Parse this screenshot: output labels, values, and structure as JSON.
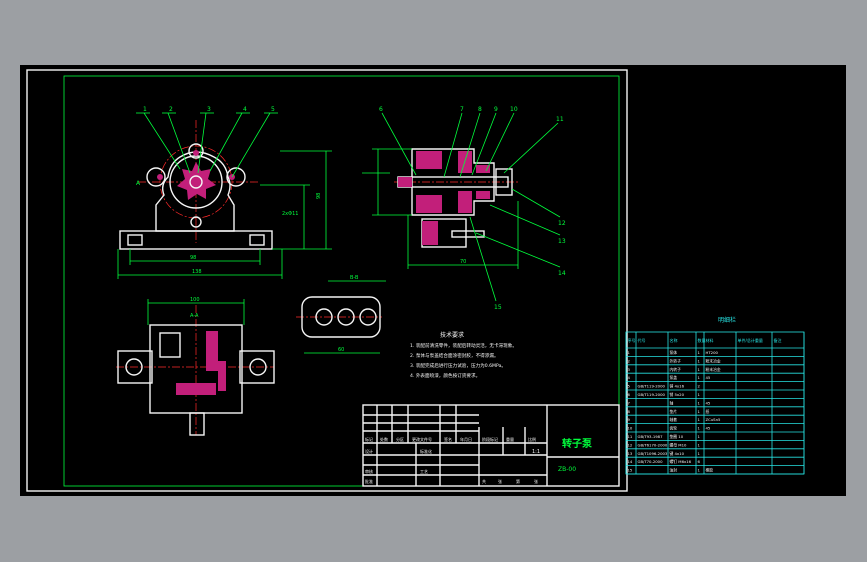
{
  "colors": {
    "background": "#9c9fa3",
    "sheet": "#000000",
    "outline": "#f5f5f5",
    "dimension": "#00ff3c",
    "table": "#27e3e3",
    "centerline": "#ff2a2a",
    "section_hatch": "#c21f7a"
  },
  "drawing": {
    "title": "转子泵",
    "drawing_number": "ZB-00",
    "scale": "1:1",
    "views": {
      "front_leaders": [
        "1",
        "2",
        "3",
        "4",
        "5"
      ],
      "section_leaders_top": [
        "6",
        "7",
        "8",
        "9",
        "10"
      ],
      "section_leaders_side": [
        "11",
        "12",
        "13",
        "14",
        "15"
      ],
      "view_label_1": "A",
      "view_label_2": "A-A",
      "dim_front_width": "98",
      "dim_front_total": "138",
      "dim_front_height": "98",
      "dim_front_shaft": "2xΦ11",
      "dim_top_width": "100",
      "dim_side_width": "70",
      "dim_detail_width": "60",
      "dim_detail_label": "B-B"
    },
    "tech_req": {
      "heading": "技术要求",
      "lines": [
        "1. 装配前清洗零件，装配后转动灵活，无卡滞现象。",
        "2. 泵体与泵盖结合面涂密封胶，不得渗漏。",
        "3. 装配完成后进行压力试验，压力为0.6MPa。",
        "4. 外表面喷漆，颜色按订货要求。"
      ]
    },
    "title_block": {
      "labels_row1": [
        "标记",
        "处数",
        "分区",
        "更改文件号",
        "签名",
        "年月日"
      ],
      "labels_row2": [
        "设计",
        "标准化"
      ],
      "labels_row3": [
        "审核",
        "工艺",
        "批准"
      ],
      "stage_labels": [
        "阶段标记",
        "重量",
        "比例"
      ],
      "sheet_labels": [
        "共",
        "张",
        "第",
        "张"
      ]
    }
  },
  "bom": {
    "title": "明细栏",
    "headers": [
      "序号",
      "代号",
      "名称",
      "数量",
      "材料",
      "单件/总计重量",
      "备注"
    ],
    "rows": [
      {
        "no": "1",
        "code": "",
        "name": "泵体",
        "qty": "1",
        "material": "HT200",
        "remark": ""
      },
      {
        "no": "2",
        "code": "",
        "name": "外转子",
        "qty": "1",
        "material": "粉末冶金",
        "remark": ""
      },
      {
        "no": "3",
        "code": "",
        "name": "内转子",
        "qty": "1",
        "material": "粉末冶金",
        "remark": ""
      },
      {
        "no": "4",
        "code": "",
        "name": "泵盖",
        "qty": "1",
        "material": "45",
        "remark": ""
      },
      {
        "no": "5",
        "code": "GB/T119-2000",
        "name": "销 4x16",
        "qty": "2",
        "material": "",
        "remark": ""
      },
      {
        "no": "6",
        "code": "GB/T119-2000",
        "name": "销 5x20",
        "qty": "1",
        "material": "",
        "remark": ""
      },
      {
        "no": "7",
        "code": "",
        "name": "轴",
        "qty": "1",
        "material": "45",
        "remark": ""
      },
      {
        "no": "8",
        "code": "",
        "name": "垫片",
        "qty": "1",
        "material": "纸",
        "remark": ""
      },
      {
        "no": "9",
        "code": "",
        "name": "轴套",
        "qty": "1",
        "material": "ZCuSn5",
        "remark": ""
      },
      {
        "no": "10",
        "code": "",
        "name": "齿轮",
        "qty": "1",
        "material": "45",
        "remark": ""
      },
      {
        "no": "11",
        "code": "GB/T93-1987",
        "name": "垫圈 10",
        "qty": "1",
        "material": "",
        "remark": ""
      },
      {
        "no": "12",
        "code": "GB/T6170-2000",
        "name": "螺母 M10",
        "qty": "1",
        "material": "",
        "remark": ""
      },
      {
        "no": "13",
        "code": "GB/T1096-2003",
        "name": "键 4x10",
        "qty": "1",
        "material": "",
        "remark": ""
      },
      {
        "no": "14",
        "code": "GB/T70-2000",
        "name": "螺钉 M6x16",
        "qty": "6",
        "material": "",
        "remark": ""
      },
      {
        "no": "15",
        "code": "",
        "name": "油封",
        "qty": "1",
        "material": "橡胶",
        "remark": ""
      }
    ]
  }
}
